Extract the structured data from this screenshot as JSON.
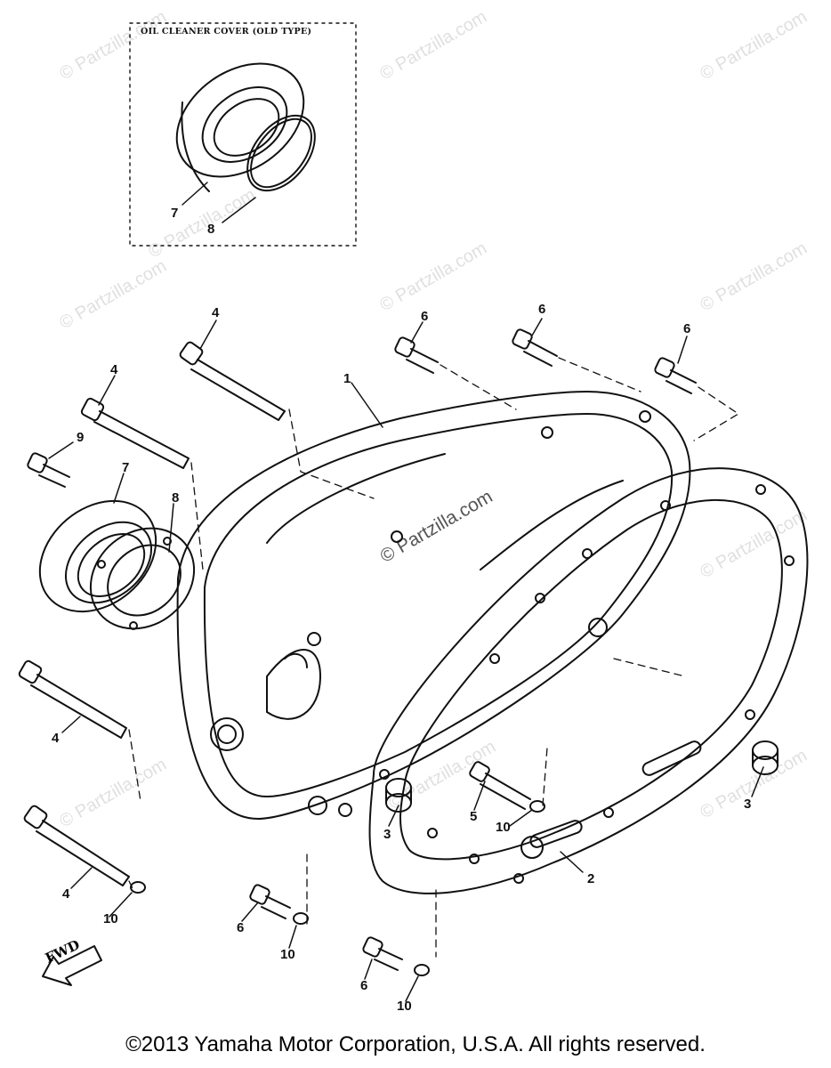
{
  "inset": {
    "title": "OIL CLEANER COVER (OLD TYPE)"
  },
  "callouts": [
    {
      "id": "c1",
      "text": "1"
    },
    {
      "id": "c2",
      "text": "2"
    },
    {
      "id": "c3a",
      "text": "3"
    },
    {
      "id": "c3b",
      "text": "3"
    },
    {
      "id": "c4a",
      "text": "4"
    },
    {
      "id": "c4b",
      "text": "4"
    },
    {
      "id": "c4c",
      "text": "4"
    },
    {
      "id": "c4d",
      "text": "4"
    },
    {
      "id": "c5",
      "text": "5"
    },
    {
      "id": "c6a",
      "text": "6"
    },
    {
      "id": "c6b",
      "text": "6"
    },
    {
      "id": "c6c",
      "text": "6"
    },
    {
      "id": "c6d",
      "text": "6"
    },
    {
      "id": "c6e",
      "text": "6"
    },
    {
      "id": "c7a",
      "text": "7"
    },
    {
      "id": "c7b",
      "text": "7"
    },
    {
      "id": "c8a",
      "text": "8"
    },
    {
      "id": "c8b",
      "text": "8"
    },
    {
      "id": "c9",
      "text": "9"
    },
    {
      "id": "c10a",
      "text": "10"
    },
    {
      "id": "c10b",
      "text": "10"
    },
    {
      "id": "c10c",
      "text": "10"
    },
    {
      "id": "c10d",
      "text": "10"
    }
  ],
  "fwd_label": "FWD",
  "watermark": "© Partzilla.com",
  "copyright": "©2013  Yamaha Motor Corporation, U.S.A. All rights reserved."
}
